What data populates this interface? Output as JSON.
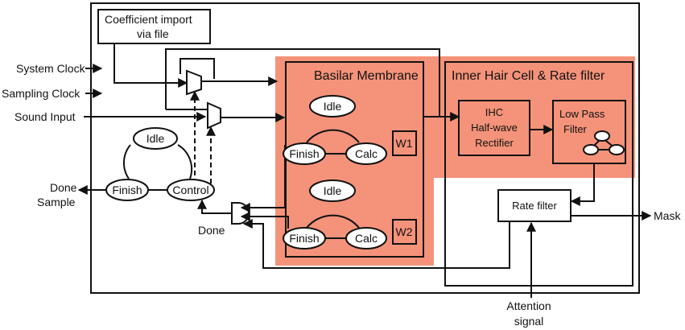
{
  "colors": {
    "region_fill": "#f4937a",
    "line": "#111111",
    "background": "#ffffff"
  },
  "inputs": {
    "system_clock": "System Clock",
    "sampling_clock": "Sampling Clock",
    "sound_input": "Sound Input"
  },
  "coefficient": {
    "line1": "Coefficient import",
    "line2": "via file"
  },
  "controller": {
    "idle": "Idle",
    "finish": "Finish",
    "control": "Control",
    "done_sample_line1": "Done",
    "done_sample_line2": "Sample",
    "done": "Done"
  },
  "basilar": {
    "title": "Basilar Membrane",
    "w1": "W1",
    "w2": "W2",
    "fsm1": {
      "idle": "Idle",
      "finish": "Finish",
      "calc": "Calc"
    },
    "fsm2": {
      "idle": "Idle",
      "finish": "Finish",
      "calc": "Calc"
    }
  },
  "ihc": {
    "title": "Inner Hair Cell & Rate filter",
    "rectifier": {
      "line1": "IHC",
      "line2": "Half-wave",
      "line3": "Rectifier"
    },
    "lowpass": {
      "line1": "Low Pass",
      "line2": "Filter"
    }
  },
  "rate_filter": "Rate filter",
  "outputs": {
    "mask": "Mask"
  },
  "attention": {
    "line1": "Attention",
    "line2": "signal"
  }
}
